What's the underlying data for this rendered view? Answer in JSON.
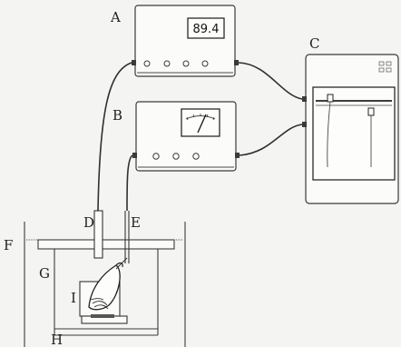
{
  "labels": {
    "a": "A",
    "b": "B",
    "c": "C",
    "d": "D",
    "e": "E",
    "f": "F",
    "g": "G",
    "h": "H",
    "i": "I"
  },
  "display": {
    "readout": "89.4"
  }
}
